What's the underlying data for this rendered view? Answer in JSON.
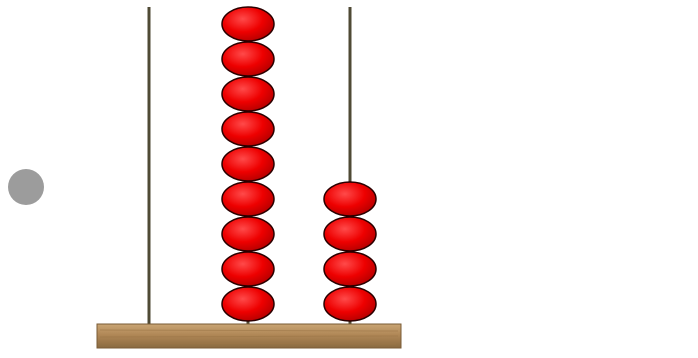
{
  "abacus": {
    "rods": [
      {
        "name": "rod-hundreds",
        "beads": 0
      },
      {
        "name": "rod-tens",
        "beads": 9
      },
      {
        "name": "rod-ones",
        "beads": 4
      }
    ],
    "bead_color": "#ee0000",
    "bead_outline": "#2a0000",
    "rod_color": "#4f4a35",
    "base_color": "#b48c59"
  },
  "nav_dot": {
    "icon": "circle-icon",
    "color": "#9c9c9c"
  }
}
